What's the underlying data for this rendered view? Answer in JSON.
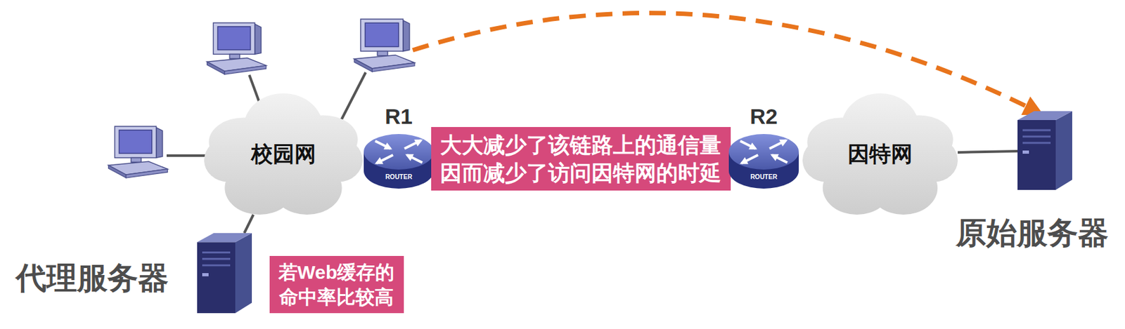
{
  "diagram": {
    "nodes": [
      {
        "text": [
          "校园网"
        ]
      },
      {
        "text": [
          "R1",
          "ROUTER"
        ]
      },
      {
        "text": [
          "大大减少了该链路上的通信量 因而减少了访问因特网的时延"
        ]
      },
      {
        "text": [
          "R2",
          "ROUTER"
        ]
      },
      {
        "text": [
          "因特网"
        ]
      },
      {
        "text": [
          "原始服务器"
        ]
      },
      {
        "text": [
          "代理服务器"
        ]
      },
      {
        "text": [
          "若Web缓存的 命中率比较高"
        ]
      }
    ],
    "edges": [
      {
        "from": 0,
        "to": 6,
        "arrow": "none"
      },
      {
        "from": 4,
        "to": 5,
        "arrow": "none"
      }
    ]
  }
}
